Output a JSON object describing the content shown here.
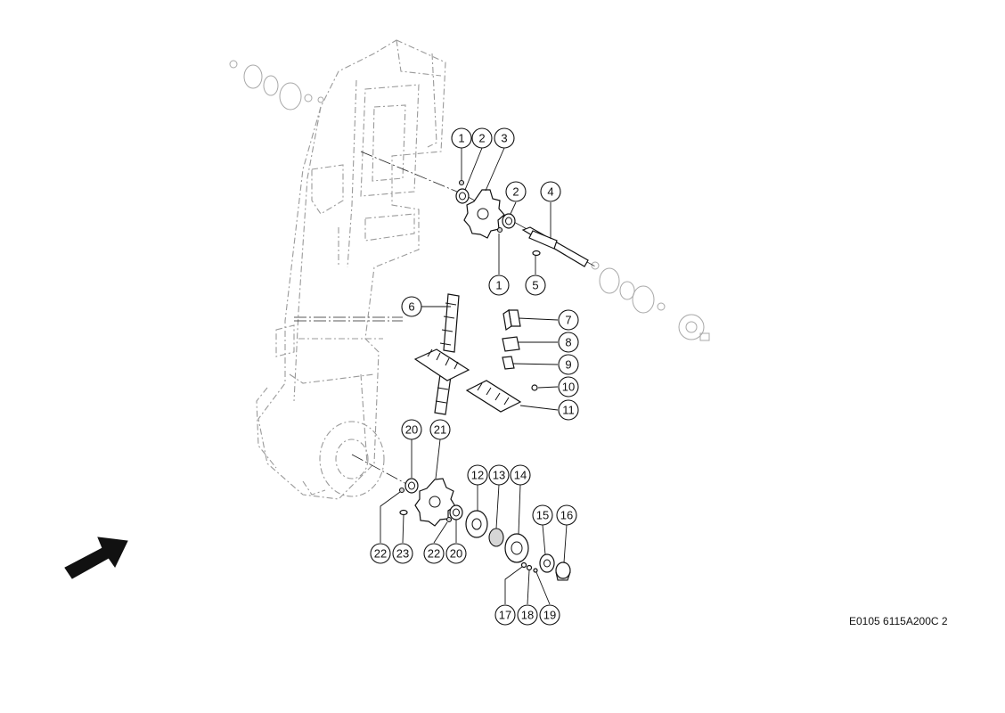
{
  "document_code": "E0105 6115A200C 2",
  "callouts": [
    "1",
    "2",
    "3",
    "2",
    "4",
    "1",
    "5",
    "6",
    "7",
    "8",
    "9",
    "10",
    "11",
    "20",
    "21",
    "12",
    "13",
    "14",
    "15",
    "16",
    "22",
    "23",
    "22",
    "20",
    "17",
    "18",
    "19"
  ],
  "icons": {
    "direction_arrow": "arrow-icon"
  },
  "colors": {
    "line": "#111111",
    "ghost_line": "#9a9a9a",
    "background": "#ffffff"
  }
}
